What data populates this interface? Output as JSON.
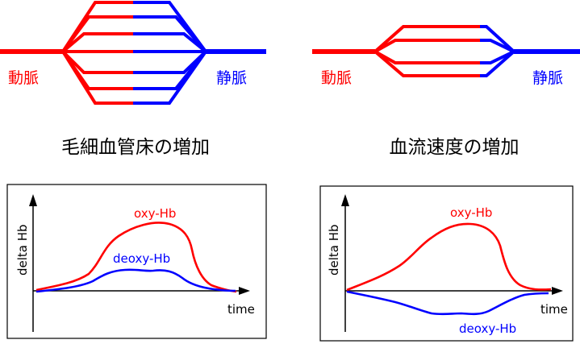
{
  "colors": {
    "artery": "#ff0000",
    "vein": "#0000ff",
    "axis": "#000000",
    "frame": "#000000"
  },
  "top_left": {
    "artery_label": "動脈",
    "vein_label": "静脈",
    "caption": "毛細血管床の増加"
  },
  "top_right": {
    "artery_label": "動脈",
    "vein_label": "静脈",
    "caption": "血流速度の増加"
  },
  "graph_left": {
    "ylabel": "delta Hb",
    "xlabel": "time",
    "oxy_label": "oxy-Hb",
    "deoxy_label": "deoxy-Hb"
  },
  "graph_right": {
    "ylabel": "delta Hb",
    "xlabel": "time",
    "oxy_label": "oxy-Hb",
    "deoxy_label": "deoxy-Hb"
  }
}
